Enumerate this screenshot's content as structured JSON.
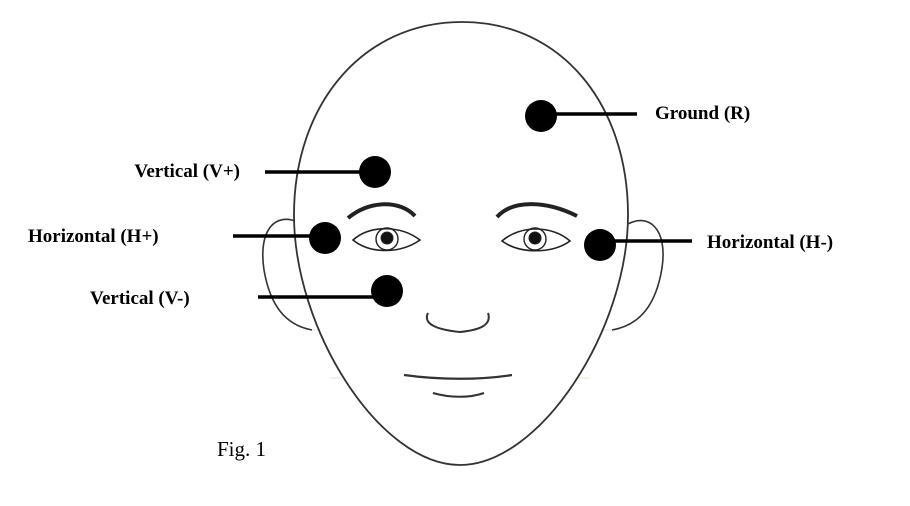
{
  "labels": {
    "ground": "Ground (R)",
    "vertical_plus": "Vertical (V+)",
    "horizontal_plus": "Horizontal (H+)",
    "horizontal_minus": "Horizontal (H-)",
    "vertical_minus": "Vertical (V-)"
  },
  "caption": "Fig. 1"
}
